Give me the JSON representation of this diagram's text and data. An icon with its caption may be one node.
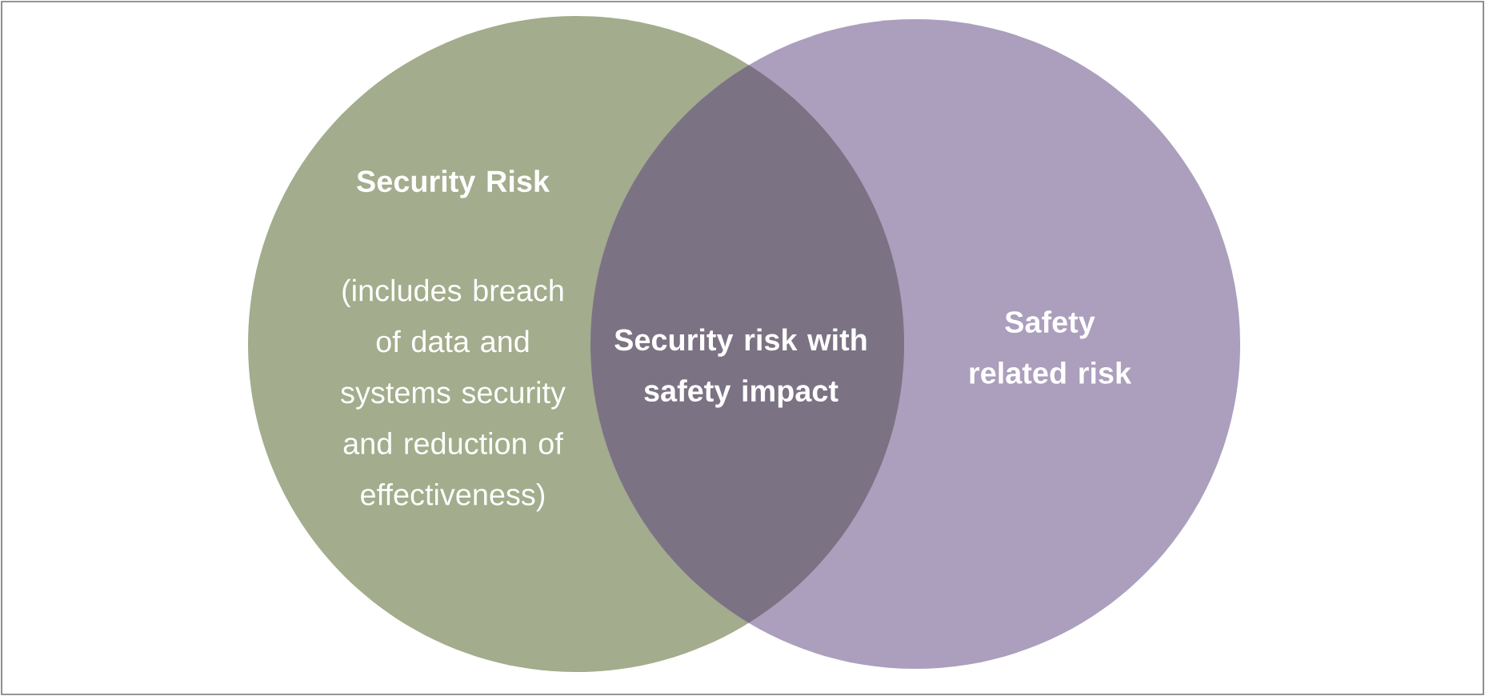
{
  "diagram": {
    "nodes": [
      {
        "text": [
          "Security Risk",
          "(includes breach of data and systems security and reduction of effectiveness)"
        ]
      },
      {
        "text": [
          "Safety related risk"
        ]
      },
      {
        "text": [
          "Security risk with safety impact"
        ]
      }
    ]
  }
}
